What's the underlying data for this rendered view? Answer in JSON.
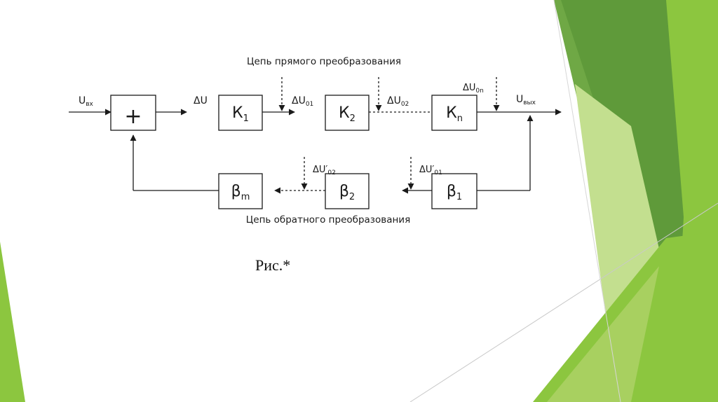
{
  "diagram": {
    "forward_title": "Цепь прямого преобразования",
    "feedback_title": "Цепь обратного преобразования",
    "input_label": {
      "main": "U",
      "sub": "вх"
    },
    "output_label": {
      "main": "U",
      "sub": "вых"
    },
    "summer_symbol": "+",
    "forward_blocks": [
      {
        "main": "К",
        "sub": "1"
      },
      {
        "main": "К",
        "sub": "2"
      },
      {
        "main": "К",
        "sub": "n"
      }
    ],
    "feedback_blocks": [
      {
        "main": "β",
        "sub": "1"
      },
      {
        "main": "β",
        "sub": "2"
      },
      {
        "main": "β",
        "sub": "m"
      }
    ],
    "signals": {
      "delta_u": "ΔU",
      "du01": {
        "main": "ΔU",
        "sub": "01"
      },
      "du02": {
        "main": "ΔU",
        "sub": "02"
      },
      "du0n": {
        "main": "ΔU",
        "sub": "0n"
      },
      "fb_du01": {
        "main": "ΔU′",
        "sub": "01"
      },
      "fb_du02": {
        "main": "ΔU′",
        "sub": "02"
      }
    }
  },
  "caption": "Рис.*",
  "theme": {
    "green_dark": "#5f9a3a",
    "green_mid": "#8cc63f",
    "green_light": "#c3df8f",
    "line_color": "#1a1a1a"
  }
}
